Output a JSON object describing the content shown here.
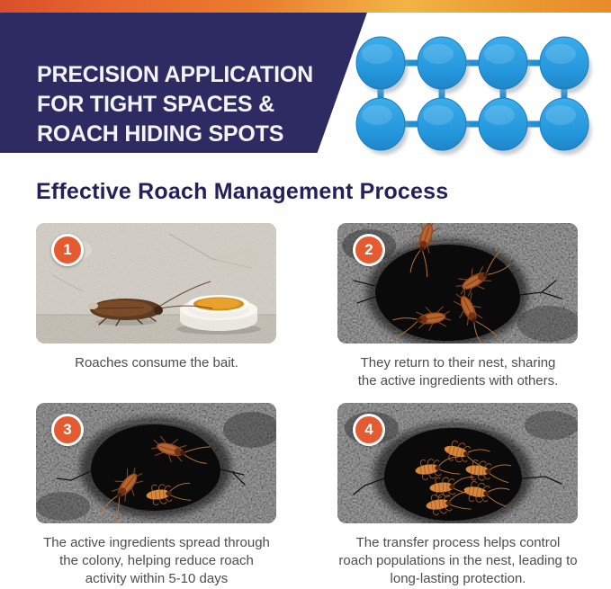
{
  "banner": {
    "headline": "PRECISION APPLICATION\nFOR TIGHT SPACES &\nROACH HIDING SPOTS",
    "illustration": "bait-disc-tray",
    "colors": {
      "navy": "#2e2b63",
      "bar_gradient": [
        "#d94f2b",
        "#ea7c2e",
        "#f2b446",
        "#e98a2b"
      ],
      "disc_blue": "#2b9fe0"
    }
  },
  "section": {
    "title": "Effective Roach Management Process",
    "title_color": "#23215b"
  },
  "steps": [
    {
      "number": "1",
      "caption": "Roaches consume the bait.",
      "photo": "roach-consuming-bait-station"
    },
    {
      "number": "2",
      "caption": "They return to their nest, sharing\nthe active ingredients with others.",
      "photo": "roaches-returning-to-nest-hole"
    },
    {
      "number": "3",
      "caption": "The active ingredients spread through\nthe colony, helping reduce roach\nactivity within 5-10 days",
      "photo": "active-ingredients-spreading-in-colony"
    },
    {
      "number": "4",
      "caption": "The transfer process helps control\nroach populations in the nest, leading to\nlong-lasting protection.",
      "photo": "dead-roaches-in-nest"
    }
  ],
  "badge_color": "#e45a31",
  "caption_color": "#4d4d4d"
}
